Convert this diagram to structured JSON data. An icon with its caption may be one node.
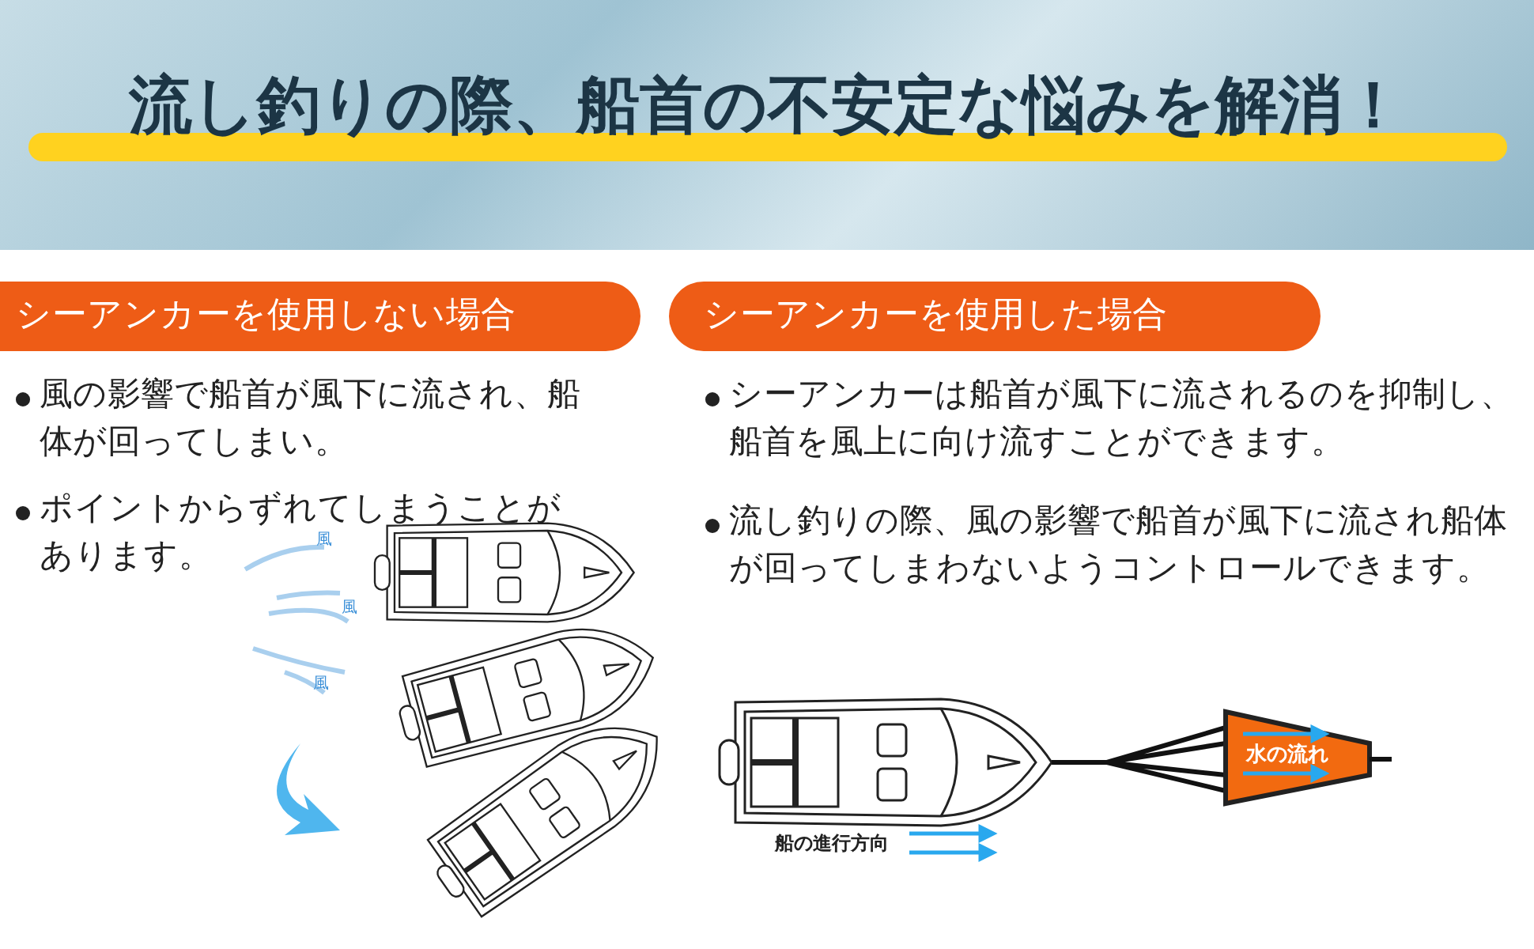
{
  "diagram": {
    "title": "流し釣りの際、船首の不安定な悩みを解消！",
    "nodes": [
      {
        "text": [
          "シーアンカーを使用しない場合"
        ]
      },
      {
        "text": [
          "シーアンカーを使用した場合"
        ]
      }
    ],
    "labels": [
      "風の影響で船首が風下に流され、船体が回ってしまい。",
      "ポイントからずれてしまうことがあります。",
      "風",
      "風",
      "風",
      "シーアンカーは船首が風下に流されるのを抑制し、船首を風上に向け流すことができます。",
      "流し釣りの際、風の影響で船首が風下に流され船体が回ってしまわないようコントロールできます。",
      "水の流れ",
      "船の進行方向"
    ]
  }
}
